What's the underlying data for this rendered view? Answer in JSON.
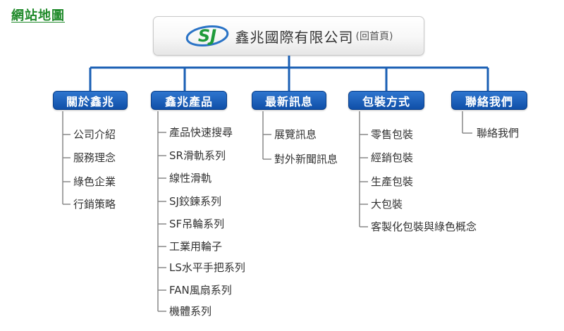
{
  "page_title": "網站地圖",
  "home": {
    "logo_text": "SJ",
    "brand": "鑫兆國際有限公司",
    "note": "(回首頁)",
    "logo_colors": {
      "ring": "#2a73c6",
      "letters": "#1f9a3a"
    }
  },
  "categories": [
    {
      "label": "關於鑫兆",
      "items": [
        "公司介紹",
        "服務理念",
        "綠色企業",
        "行銷策略"
      ]
    },
    {
      "label": "鑫兆產品",
      "items": [
        "產品快速搜尋",
        "SR滑軌系列",
        "線性滑軌",
        "SJ鉸鍊系列",
        "SF吊輪系列",
        "工業用輪子",
        "LS水平手把系列",
        "FAN風扇系列",
        "機體系列"
      ]
    },
    {
      "label": "最新訊息",
      "items": [
        "展覽訊息",
        "對外新聞訊息"
      ]
    },
    {
      "label": "包裝方式",
      "items": [
        "零售包裝",
        "經銷包裝",
        "生產包裝",
        "大包裝",
        "客製化包裝與綠色概念"
      ]
    },
    {
      "label": "聯絡我們",
      "items": [
        "聯絡我們"
      ]
    }
  ],
  "colors": {
    "accent_blue": "#1a5fb4",
    "title_green": "#1f8a2a",
    "tree_line": "#888888"
  }
}
